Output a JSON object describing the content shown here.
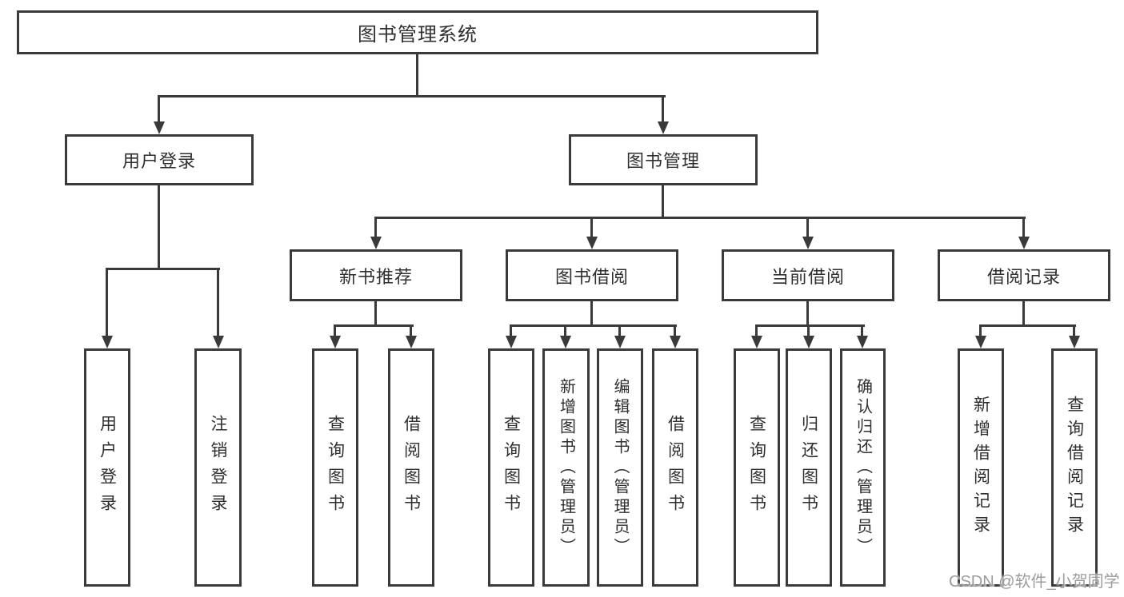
{
  "diagram": {
    "root": {
      "label": "图书管理系统"
    },
    "branches": [
      {
        "label": "用户登录",
        "children": [
          {
            "label": "用户登录"
          },
          {
            "label": "注销登录"
          }
        ]
      },
      {
        "label": "图书管理",
        "children": [
          {
            "label": "新书推荐",
            "children": [
              {
                "label": "查询图书"
              },
              {
                "label": "借阅图书"
              }
            ]
          },
          {
            "label": "图书借阅",
            "children": [
              {
                "label": "查询图书"
              },
              {
                "label": "新增图书（管理员）"
              },
              {
                "label": "编辑图书（管理员）"
              },
              {
                "label": "借阅图书"
              }
            ]
          },
          {
            "label": "当前借阅",
            "children": [
              {
                "label": "查询图书"
              },
              {
                "label": "归还图书"
              },
              {
                "label": "确认归还（管理员）"
              }
            ]
          },
          {
            "label": "借阅记录",
            "children": [
              {
                "label": "新增借阅记录"
              },
              {
                "label": "查询借阅记录"
              }
            ]
          }
        ]
      }
    ]
  },
  "watermark": {
    "text": "CSDN @软件_小贺同学"
  },
  "colors": {
    "line": "#3a3a3a",
    "background": "#ffffff",
    "watermark": "#9c9c9c"
  }
}
